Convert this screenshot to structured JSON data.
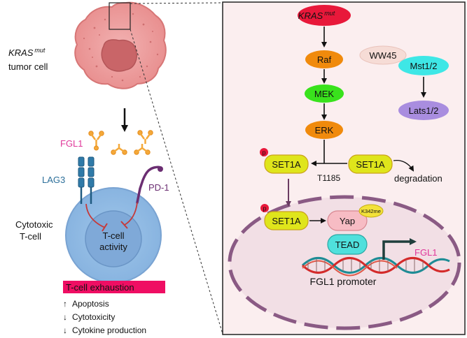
{
  "left_panel": {
    "tumor_label_line1": "KRAS",
    "tumor_label_sup": "mut",
    "tumor_label_line2": "tumor cell",
    "fgl1_label": "FGL1",
    "lag3_label": "LAG3",
    "pd1_label": "PD-1",
    "tcell_label_line1": "Cytotoxic",
    "tcell_label_line2": "T-cell",
    "activity_line1": "T-cell",
    "activity_line2": "activity",
    "exhaustion_label": "T-cell exhaustion",
    "effects": [
      {
        "arrow": "↑",
        "text": "Apoptosis"
      },
      {
        "arrow": "↓",
        "text": "Cytotoxicity"
      },
      {
        "arrow": "↓",
        "text": "Cytokine production"
      }
    ]
  },
  "right_panel": {
    "kras_label": "KRAS",
    "kras_sup": "mut",
    "raf_label": "Raf",
    "mek_label": "MEK",
    "erk_label": "ERK",
    "ww45_label": "WW45",
    "mst_label": "Mst1/2",
    "lats_label": "Lats1/2",
    "set1a_label": "SET1A",
    "phospho_label": "p",
    "site_label": "T1185",
    "degradation_label": "degradation",
    "yap_label": "Yap",
    "k342_label": "K342me",
    "tead_label": "TEAD",
    "fgl1_gene_label": "FGL1",
    "promoter_label": "FGL1 promoter"
  },
  "colors": {
    "kras": "#e8183a",
    "raf": "#f08a0c",
    "mek": "#39e21c",
    "erk": "#f08a0c",
    "set1a": "#dfe51b",
    "yap": "#f7bcc4",
    "tead": "#4fe0dc",
    "mst": "#3ee7e6",
    "lats": "#a98ddf",
    "ww45": "#f6dcd6",
    "exhaustion_bar": "#ef0e63",
    "fgl1_pink": "#e0379a",
    "lag3_blue": "#2c6f9a",
    "pd1_purple": "#6b2e72",
    "panel_bg": "#fbeeef"
  }
}
